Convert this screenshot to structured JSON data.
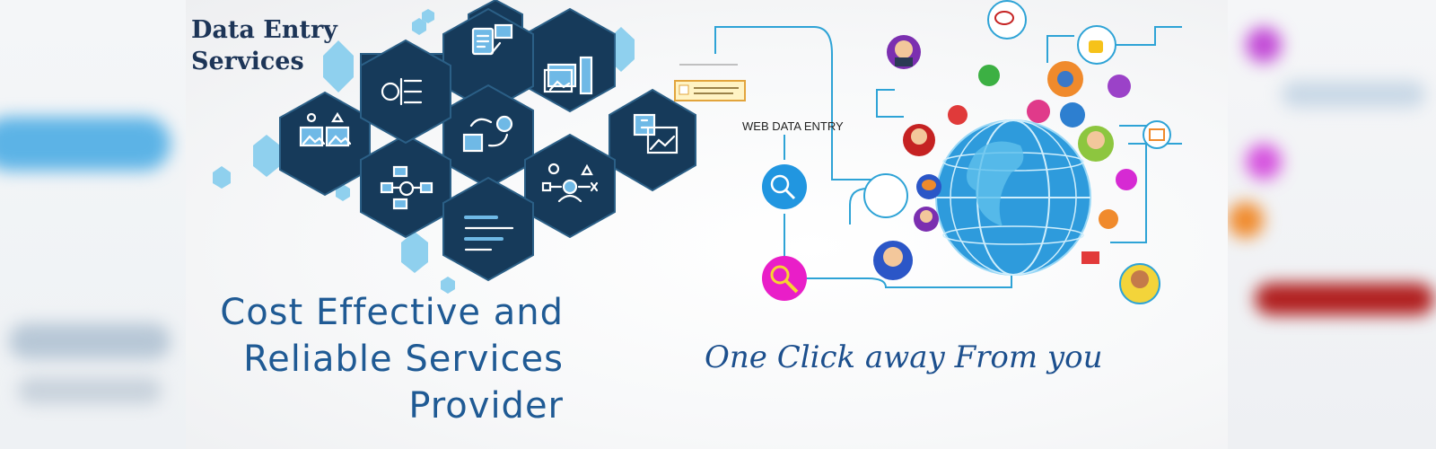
{
  "brand": {
    "line1": "Data Entry",
    "line2": "Services"
  },
  "headline": {
    "line1": "Cost Effective and",
    "line2": "Reliable Services",
    "line3": "Provider"
  },
  "tagline": "One Click away From you",
  "diagram": {
    "web_label": "WEB DATA ENTRY"
  },
  "icons": [
    "document-icon",
    "flowchart-icon",
    "image-gallery-icon",
    "data-transform-icon",
    "org-chart-icon",
    "person-network-icon",
    "list-lines-icon",
    "image-chart-icon",
    "globe-icon",
    "search-icon",
    "social-avatar-icon"
  ],
  "colors": {
    "hex_dark": "#163a5a",
    "hex_light": "#8fd0ee",
    "accent_blue": "#1f5a94",
    "globe": "#2e9bdc"
  }
}
